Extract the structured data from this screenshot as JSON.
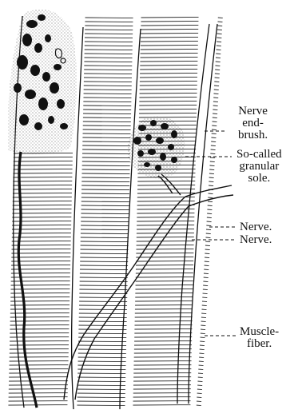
{
  "labels": {
    "nerve_end_brush": [
      "Nerve",
      "end-",
      "brush."
    ],
    "granular_sole": [
      "So-called",
      "granular",
      "sole."
    ],
    "nerve_1": "Nerve.",
    "nerve_2": "Nerve.",
    "muscle_fiber": [
      "Muscle-",
      "fiber."
    ]
  },
  "colors": {
    "ink": "#111111",
    "paper": "#ffffff"
  }
}
